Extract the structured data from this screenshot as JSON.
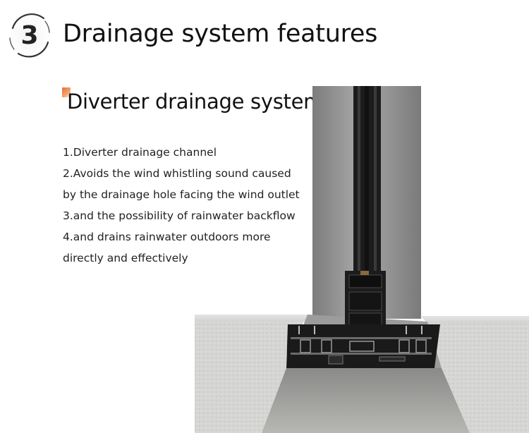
{
  "header": {
    "section_number": "3",
    "title": "Drainage system features"
  },
  "section": {
    "title": "Diverter drainage system"
  },
  "features": [
    "1.Diverter drainage channel",
    "2.Avoids the wind whistling sound caused",
    "by the drainage hole facing the wind outlet",
    "3.and the possibility of rainwater backflow",
    "4.and drains rainwater outdoors more",
    "directly and effectively"
  ],
  "colors": {
    "accent_orange": "#e0733a",
    "frame_dark": "#1c1c1c",
    "wall_grey": "#8c8c8c",
    "concrete": "#c8c8c8"
  }
}
